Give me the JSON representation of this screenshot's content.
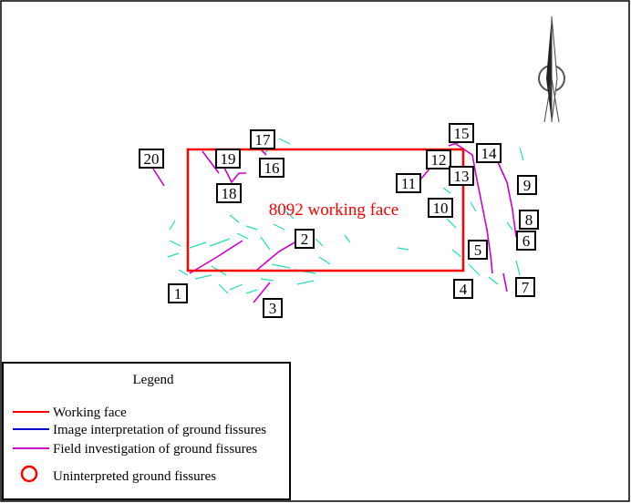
{
  "working_face": {
    "label": "8092 working face",
    "color": "#ff0000"
  },
  "colors": {
    "field_fissure": "#cc00cc",
    "image_fissure_blue": "#0000cc",
    "image_fissure_cyan": "#22ddbb",
    "uninterpreted": "#ff0000"
  },
  "markers": [
    {
      "id": "1",
      "label": "1"
    },
    {
      "id": "2",
      "label": "2"
    },
    {
      "id": "3",
      "label": "3"
    },
    {
      "id": "4",
      "label": "4"
    },
    {
      "id": "5",
      "label": "5"
    },
    {
      "id": "6",
      "label": "6"
    },
    {
      "id": "7",
      "label": "7"
    },
    {
      "id": "8",
      "label": "8"
    },
    {
      "id": "9",
      "label": "9"
    },
    {
      "id": "10",
      "label": "10"
    },
    {
      "id": "11",
      "label": "11"
    },
    {
      "id": "12",
      "label": "12"
    },
    {
      "id": "13",
      "label": "13"
    },
    {
      "id": "14",
      "label": "14"
    },
    {
      "id": "15",
      "label": "15"
    },
    {
      "id": "16",
      "label": "16"
    },
    {
      "id": "17",
      "label": "17"
    },
    {
      "id": "18",
      "label": "18"
    },
    {
      "id": "19",
      "label": "19"
    },
    {
      "id": "20",
      "label": "20"
    }
  ],
  "legend": {
    "title": "Legend",
    "items": [
      {
        "label": "Working face",
        "symbol": "line",
        "color": "#ff0000"
      },
      {
        "label": "Image interpretation of ground fissures",
        "symbol": "line",
        "color": "#0000cc"
      },
      {
        "label": "Field investigation of ground fissures",
        "symbol": "line",
        "color": "#cc00cc"
      },
      {
        "label": "Uninterpreted ground fissures",
        "symbol": "circle",
        "color": "#ff0000"
      }
    ]
  },
  "north_arrow": {
    "icon": "north-arrow-icon"
  }
}
